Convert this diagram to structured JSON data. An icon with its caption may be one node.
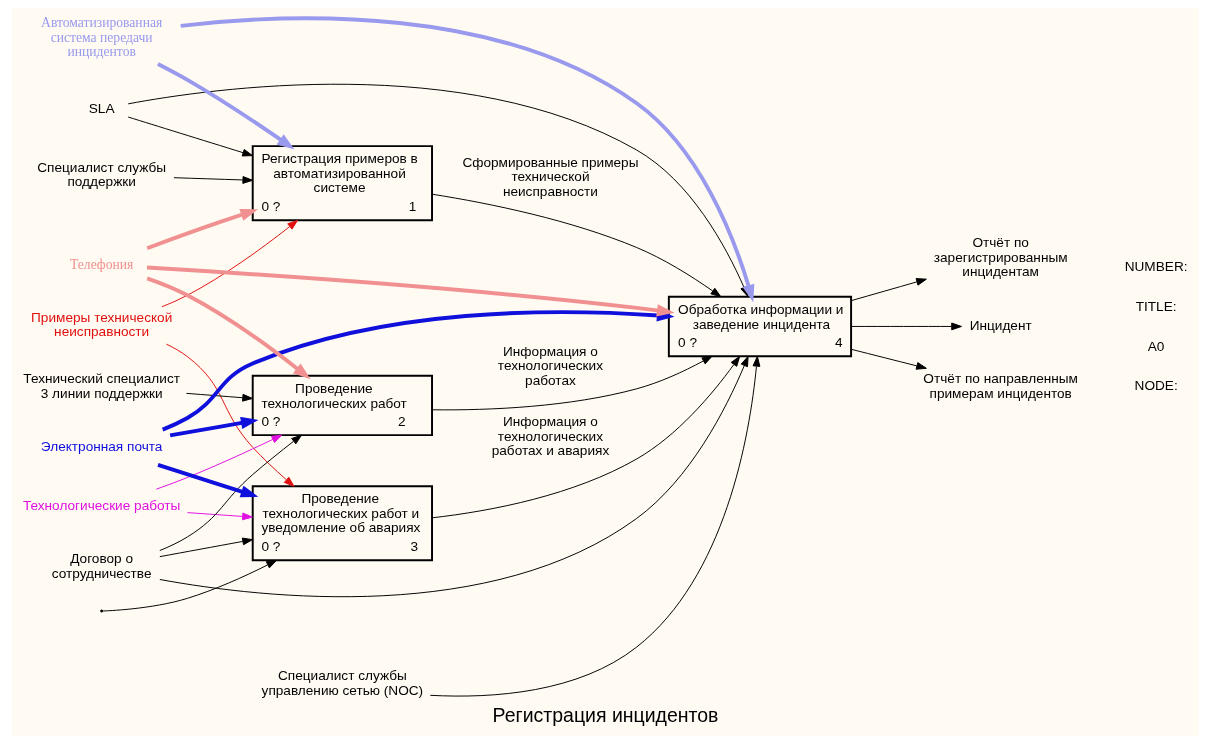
{
  "diagram": {
    "title": "Регистрация инцидентов",
    "nodes": [
      {
        "text": [
          "Примеры технической неисправности"
        ]
      },
      {
        "text": [
          "Технологические работы"
        ]
      },
      {
        "text": [
          "SLA"
        ]
      },
      {
        "text": [
          "Договор о сотрудничестве"
        ]
      },
      {
        "text": [
          "Регистрация примеров в автоматизированной системе",
          "0 ?",
          "1"
        ]
      },
      {
        "text": [
          "Проведение технологических работ",
          "0 ?",
          "2"
        ]
      },
      {
        "text": [
          "Проведение технологических работ и уведомление об авариях",
          "0 ?",
          "3"
        ]
      },
      {
        "text": [
          "Обработка информации и заведение инцидента",
          "0 ?",
          "4"
        ]
      },
      {
        "text": [
          "Автоматизированная система передачи инцидентов"
        ]
      },
      {
        "text": [
          "Специалист службы поддержки"
        ]
      },
      {
        "text": [
          "Технический специалист 3 линии поддержки"
        ]
      },
      {
        "text": [
          "Электронная почта"
        ]
      },
      {
        "text": [
          "Телефония"
        ]
      },
      {
        "text": [
          "Специалист службы управлению сетью (NOC)"
        ]
      },
      {
        "text": [
          "Отчёт по зарегистрированным инцидентам"
        ]
      },
      {
        "text": [
          "Инцидент"
        ]
      },
      {
        "text": [
          "Отчёт по направленным примерам инцидентов"
        ]
      }
    ],
    "edges": [
      {
        "from": 0,
        "to": 4,
        "arrow": "to",
        "color": "#e01010"
      },
      {
        "from": 0,
        "to": 6,
        "arrow": "to",
        "color": "#e01010"
      },
      {
        "from": 1,
        "to": 5,
        "arrow": "to",
        "color": "#e010e0"
      },
      {
        "from": 1,
        "to": 6,
        "arrow": "to",
        "color": "#e010e0"
      },
      {
        "from": 2,
        "to": 4,
        "arrow": "to"
      },
      {
        "from": 2,
        "to": 7,
        "arrow": "to"
      },
      {
        "from": 3,
        "to": 5,
        "arrow": "to"
      },
      {
        "from": 3,
        "to": 6,
        "arrow": "to"
      },
      {
        "from": 3,
        "to": 7,
        "arrow": "to"
      },
      {
        "from": 4,
        "to": 7,
        "arrow": "to",
        "label": "Сформированные примеры технической неисправности"
      },
      {
        "from": 5,
        "to": 7,
        "arrow": "to",
        "label": "Информация о технологических работах"
      },
      {
        "from": 6,
        "to": 7,
        "arrow": "to",
        "label": "Информация о технологических работах и авариях"
      },
      {
        "from": 7,
        "to": 14,
        "arrow": "to"
      },
      {
        "from": 7,
        "to": 15,
        "arrow": "to"
      },
      {
        "from": 7,
        "to": 16,
        "arrow": "to"
      },
      {
        "from": 8,
        "to": 4,
        "arrow": "to",
        "style": "thick",
        "color": "#9999ee"
      },
      {
        "from": 8,
        "to": 7,
        "arrow": "to",
        "style": "thick",
        "color": "#9999ee"
      },
      {
        "from": 9,
        "to": 4,
        "arrow": "to"
      },
      {
        "from": 10,
        "to": 5,
        "arrow": "to"
      },
      {
        "from": null,
        "to": 6,
        "arrow": "to"
      },
      {
        "from": 11,
        "to": 5,
        "arrow": "to",
        "style": "thick",
        "color": "#1010dd"
      },
      {
        "from": 11,
        "to": 6,
        "arrow": "to",
        "style": "thick",
        "color": "#1010dd"
      },
      {
        "from": 11,
        "to": 7,
        "arrow": "to",
        "style": "thick",
        "color": "#1010dd"
      },
      {
        "from": 12,
        "to": 4,
        "arrow": "to",
        "style": "thick",
        "color": "#f09090"
      },
      {
        "from": 12,
        "to": 5,
        "arrow": "to",
        "style": "thick",
        "color": "#f09090"
      },
      {
        "from": 12,
        "to": 7,
        "arrow": "to",
        "style": "thick",
        "color": "#f09090"
      },
      {
        "from": 13,
        "to": 7,
        "arrow": "to"
      }
    ],
    "labels": [
      "NODE:",
      "A0",
      "TITLE:",
      "NUMBER:"
    ]
  }
}
